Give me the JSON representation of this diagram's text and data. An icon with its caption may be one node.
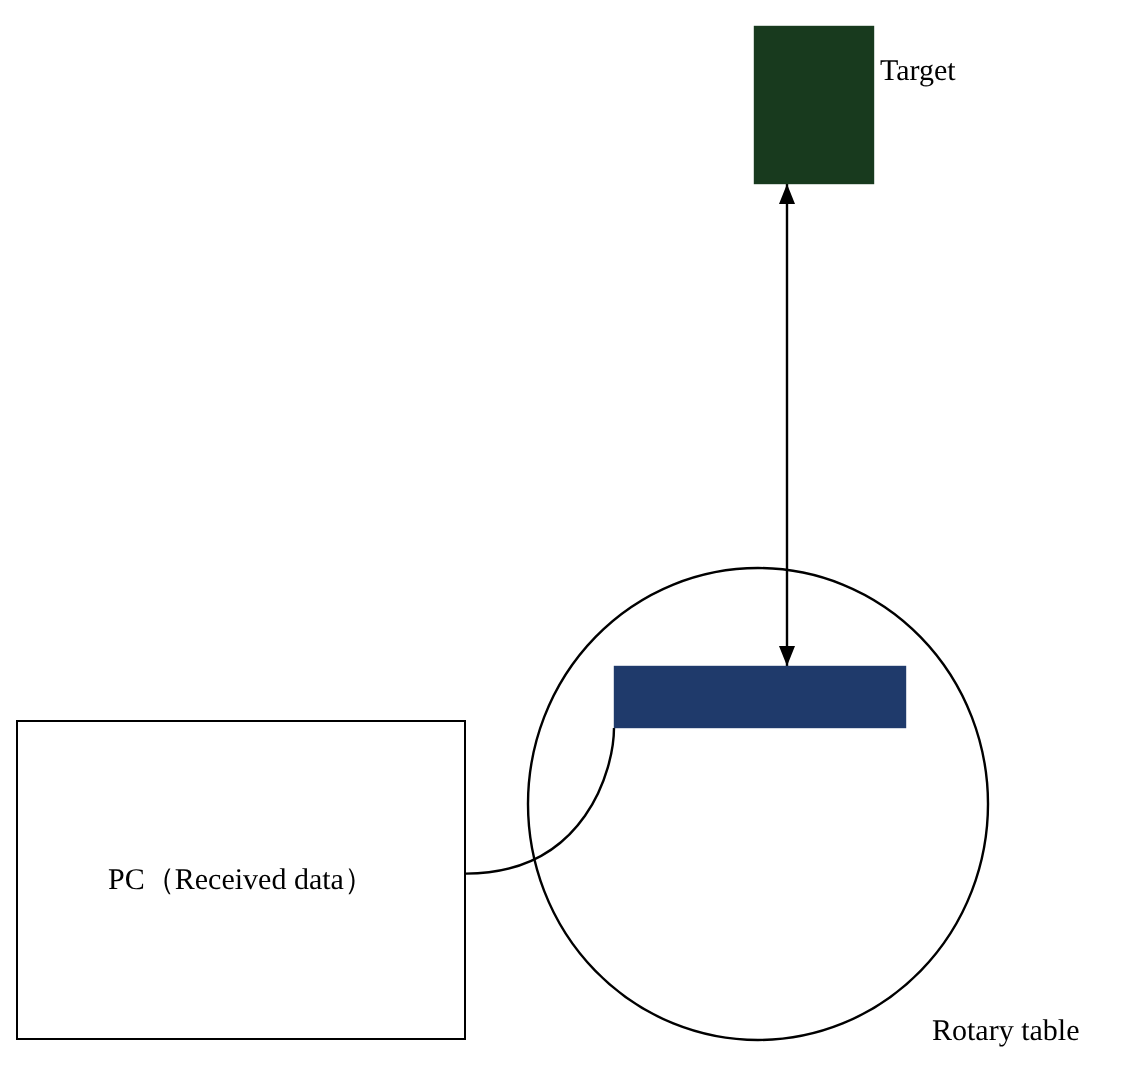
{
  "diagram": {
    "nodes": [
      {
        "text": [],
        "shape": "box",
        "beside": [
          "Target"
        ]
      },
      {
        "text": [],
        "shape": "circle",
        "beside": [
          "Rotary table"
        ]
      },
      {
        "text": [],
        "shape": "bar",
        "in": 1
      },
      {
        "text": [
          "PC（Received data）"
        ]
      }
    ],
    "edges": [
      {
        "from": 0,
        "to": 2,
        "arrow": "both"
      },
      {
        "from": 3,
        "to": 2,
        "arrow": "none"
      }
    ]
  }
}
